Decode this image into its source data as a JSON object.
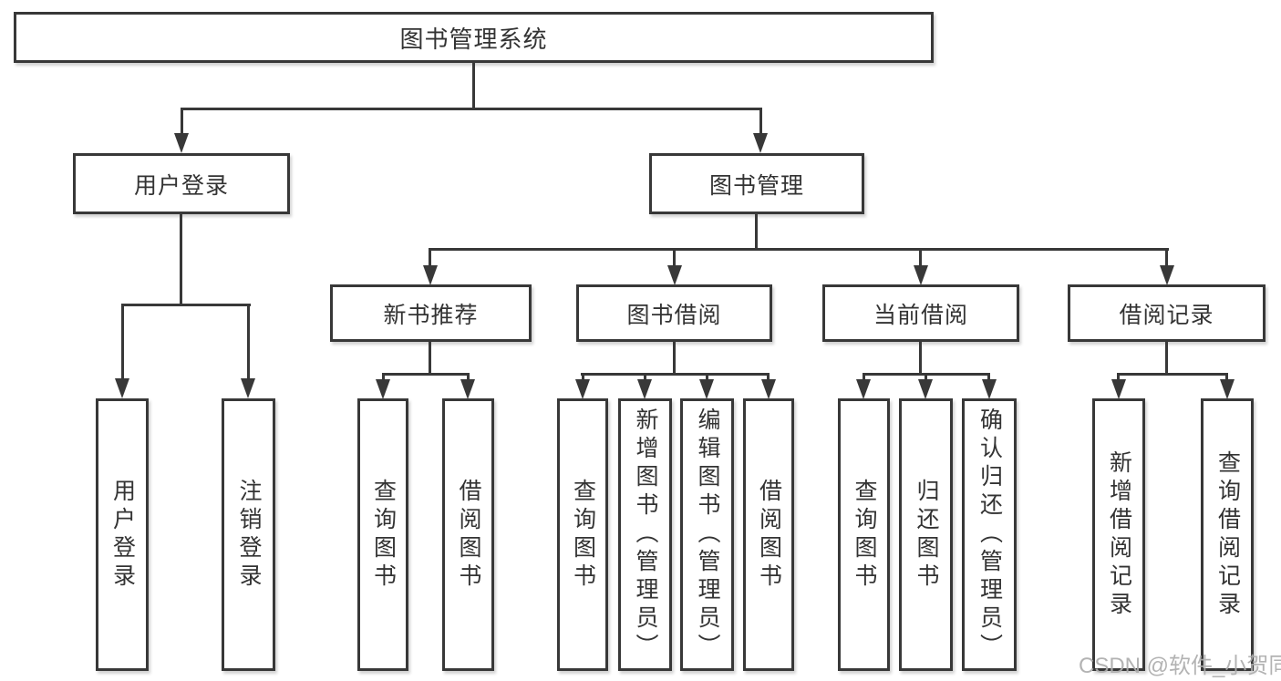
{
  "diagram": {
    "type": "hierarchy",
    "root": {
      "label": "图书管理系统"
    },
    "branches": [
      {
        "label": "用户登录",
        "children": [
          {
            "label": "用户登录"
          },
          {
            "label": "注销登录"
          }
        ]
      },
      {
        "label": "图书管理",
        "children": [
          {
            "label": "新书推荐",
            "children": [
              {
                "label": "查询图书"
              },
              {
                "label": "借阅图书"
              }
            ]
          },
          {
            "label": "图书借阅",
            "children": [
              {
                "label": "查询图书"
              },
              {
                "label": "新增图书（管理员）"
              },
              {
                "label": "编辑图书（管理员）"
              },
              {
                "label": "借阅图书"
              }
            ]
          },
          {
            "label": "当前借阅",
            "children": [
              {
                "label": "查询图书"
              },
              {
                "label": "归还图书"
              },
              {
                "label": "确认归还（管理员）"
              }
            ]
          },
          {
            "label": "借阅记录",
            "children": [
              {
                "label": "新增借阅记录"
              },
              {
                "label": "查询借阅记录"
              }
            ]
          }
        ]
      }
    ]
  },
  "colors": {
    "line": "#383838",
    "text": "#333333",
    "background": "#ffffff",
    "watermark": "#acacac"
  },
  "watermark": {
    "text": "CSDN @软件_小贺同学"
  }
}
